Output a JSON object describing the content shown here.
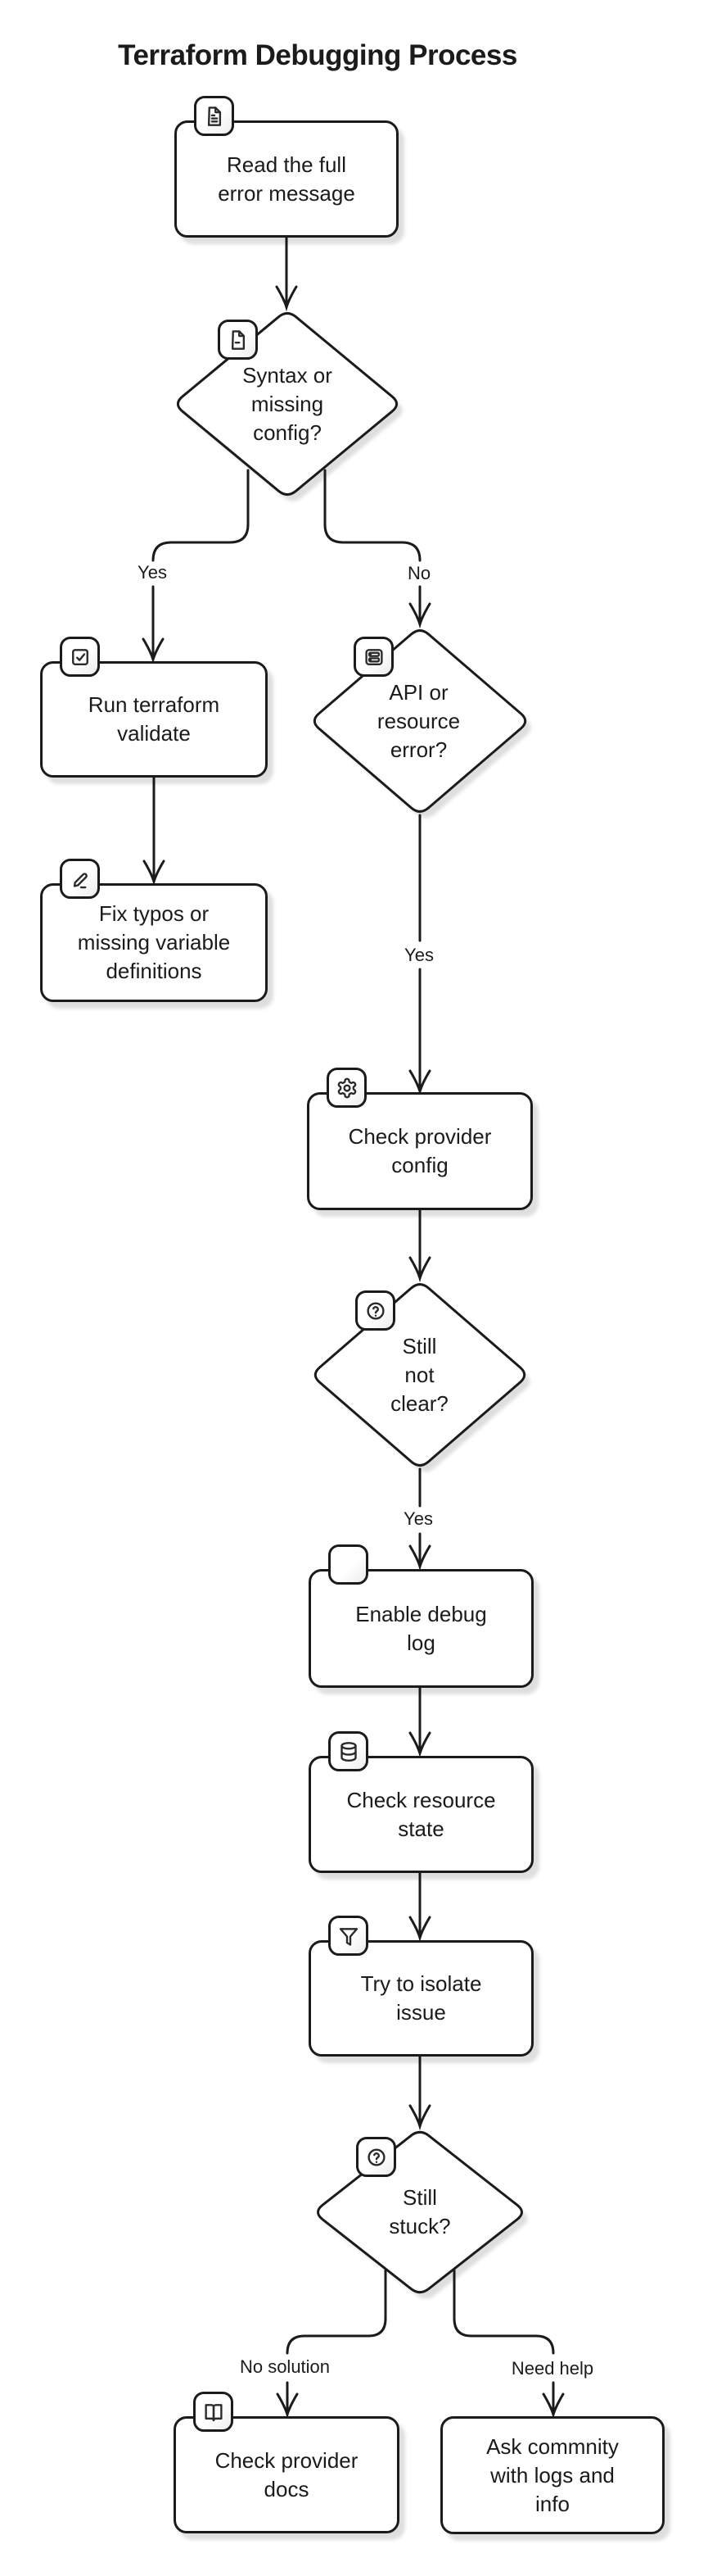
{
  "title": "Terraform Debugging Process",
  "nodes": {
    "read_error": {
      "label": [
        "Read the full",
        "error message"
      ],
      "icon": "file-lines-icon"
    },
    "syntax_config_q": {
      "label": [
        "Syntax or",
        "missing",
        "config?"
      ],
      "icon": "file-minus-icon"
    },
    "run_validate": {
      "label": [
        "Run terraform",
        "validate"
      ],
      "icon": "square-check-icon"
    },
    "fix_typos": {
      "label": [
        "Fix typos or",
        "missing variable",
        "definitions"
      ],
      "icon": "pencil-icon"
    },
    "api_resource_q": {
      "label": [
        "API or",
        "resource",
        "error?"
      ],
      "icon": "server-icon"
    },
    "check_provider": {
      "label": [
        "Check provider",
        "config"
      ],
      "icon": "gear-icon"
    },
    "still_not_clear_q": {
      "label": [
        "Still",
        "not",
        "clear?"
      ],
      "icon": "question-icon"
    },
    "enable_debug": {
      "label": [
        "Enable debug",
        "log"
      ],
      "icon": "blank-icon"
    },
    "check_state": {
      "label": [
        "Check resource",
        "state"
      ],
      "icon": "database-icon"
    },
    "isolate_issue": {
      "label": [
        "Try to isolate",
        "issue"
      ],
      "icon": "funnel-icon"
    },
    "still_stuck_q": {
      "label": [
        "Still",
        "stuck?"
      ],
      "icon": "question-icon"
    },
    "check_docs": {
      "label": [
        "Check provider",
        "docs"
      ],
      "icon": "book-open-icon"
    },
    "ask_community": {
      "label": [
        "Ask commnity",
        "with logs and",
        "info"
      ],
      "icon": "none"
    }
  },
  "edge_labels": {
    "yes_syntax": "Yes",
    "no_syntax": "No",
    "yes_api": "Yes",
    "yes_clear": "Yes",
    "no_solution": "No solution",
    "need_help": "Need help"
  },
  "colors": {
    "stroke": "#1b1b1b",
    "background": "#ffffff",
    "shadow": "#dedede"
  }
}
